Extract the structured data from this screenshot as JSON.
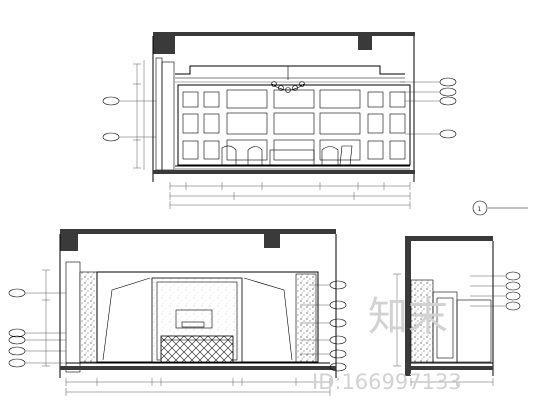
{
  "top_elevation": {
    "title_number": "1",
    "title": "",
    "scale": "",
    "left_tags": [
      "",
      ""
    ],
    "right_tags": [
      "",
      "",
      "",
      ""
    ],
    "dims_bottom": [
      "",
      "",
      "",
      "",
      "",
      "",
      "",
      ""
    ],
    "overall": ""
  },
  "bottom_left": {
    "left_tags": [
      "",
      "",
      "",
      "",
      ""
    ],
    "right_tags": [
      "",
      "",
      "",
      "",
      "",
      ""
    ],
    "dims_bottom": [
      "",
      "",
      "",
      "",
      "",
      "",
      "",
      ""
    ]
  },
  "bottom_right": {
    "right_tags": [
      "",
      "",
      "",
      "",
      ""
    ],
    "dims_bottom": [
      "",
      ""
    ]
  },
  "watermark": {
    "brand": "知末",
    "id": "ID:166997133"
  },
  "colors": {
    "line": "#000000",
    "wall": "#3a3a3a",
    "watermark": "#d2d2d2"
  }
}
